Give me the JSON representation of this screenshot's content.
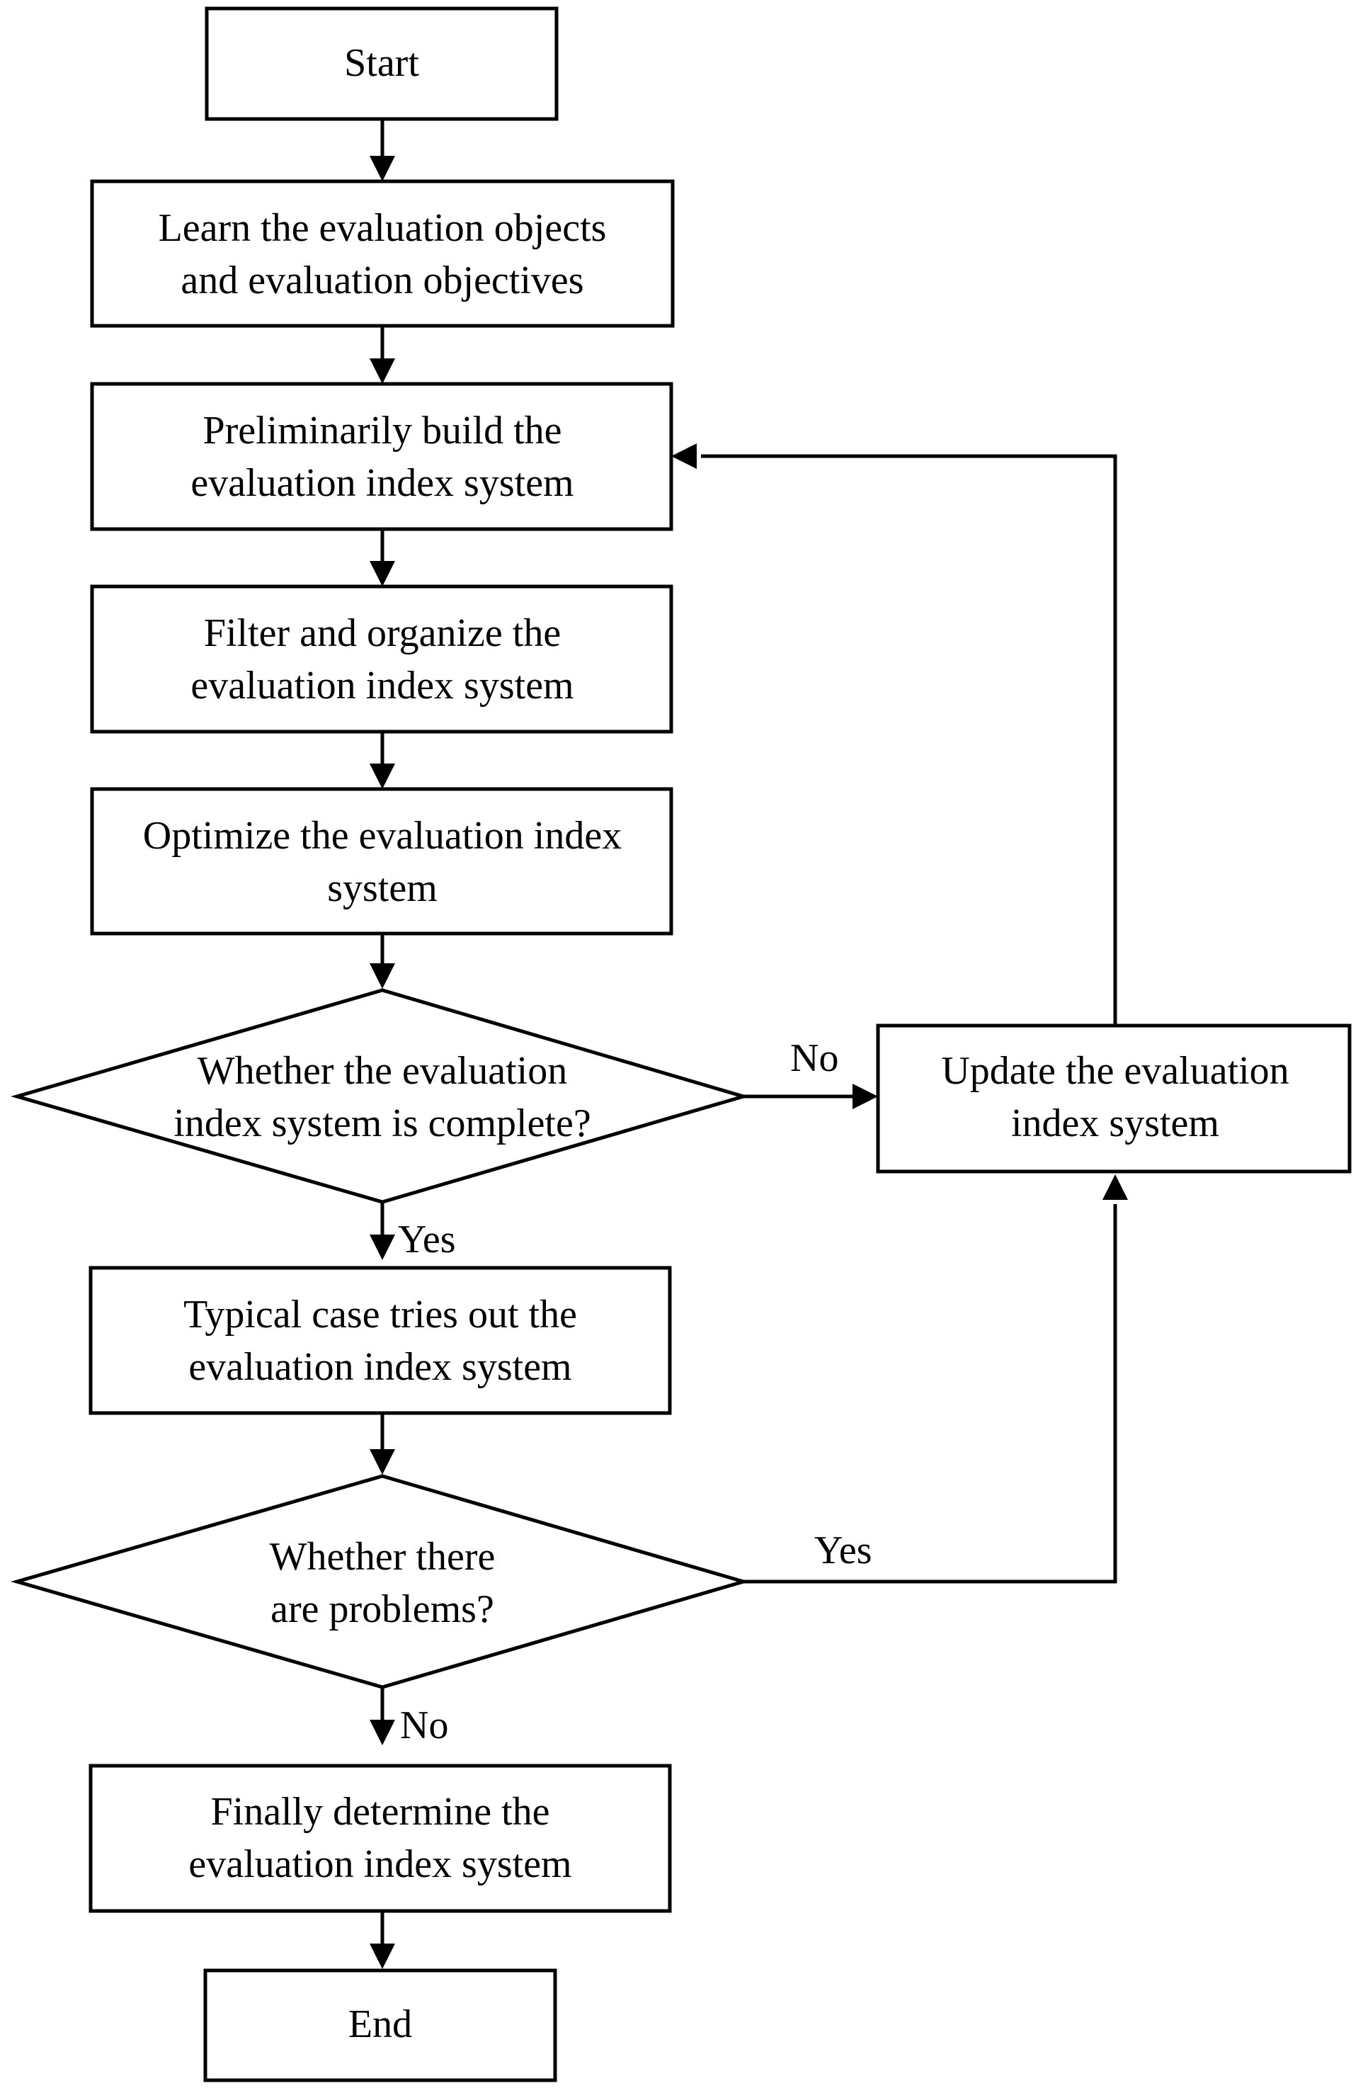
{
  "diagram": {
    "nodes": {
      "start": "Start",
      "learn": [
        "Learn the evaluation objects",
        "and evaluation objectives"
      ],
      "prelim": [
        "Preliminarily build the",
        "evaluation index system"
      ],
      "filter": [
        "Filter and organize the",
        "evaluation index system"
      ],
      "optimize": [
        "Optimize the evaluation index",
        "system"
      ],
      "complete_q": [
        "Whether the evaluation",
        "index system is complete?"
      ],
      "update": [
        "Update the evaluation",
        "index system"
      ],
      "tryout": [
        "Typical case tries out the",
        "evaluation index system"
      ],
      "problems_q": [
        "Whether there",
        "are problems?"
      ],
      "final": [
        "Finally determine the",
        "evaluation index system"
      ],
      "end": "End"
    },
    "edge_labels": {
      "complete_no": "No",
      "complete_yes": "Yes",
      "problems_yes": "Yes",
      "problems_no": "No"
    }
  }
}
